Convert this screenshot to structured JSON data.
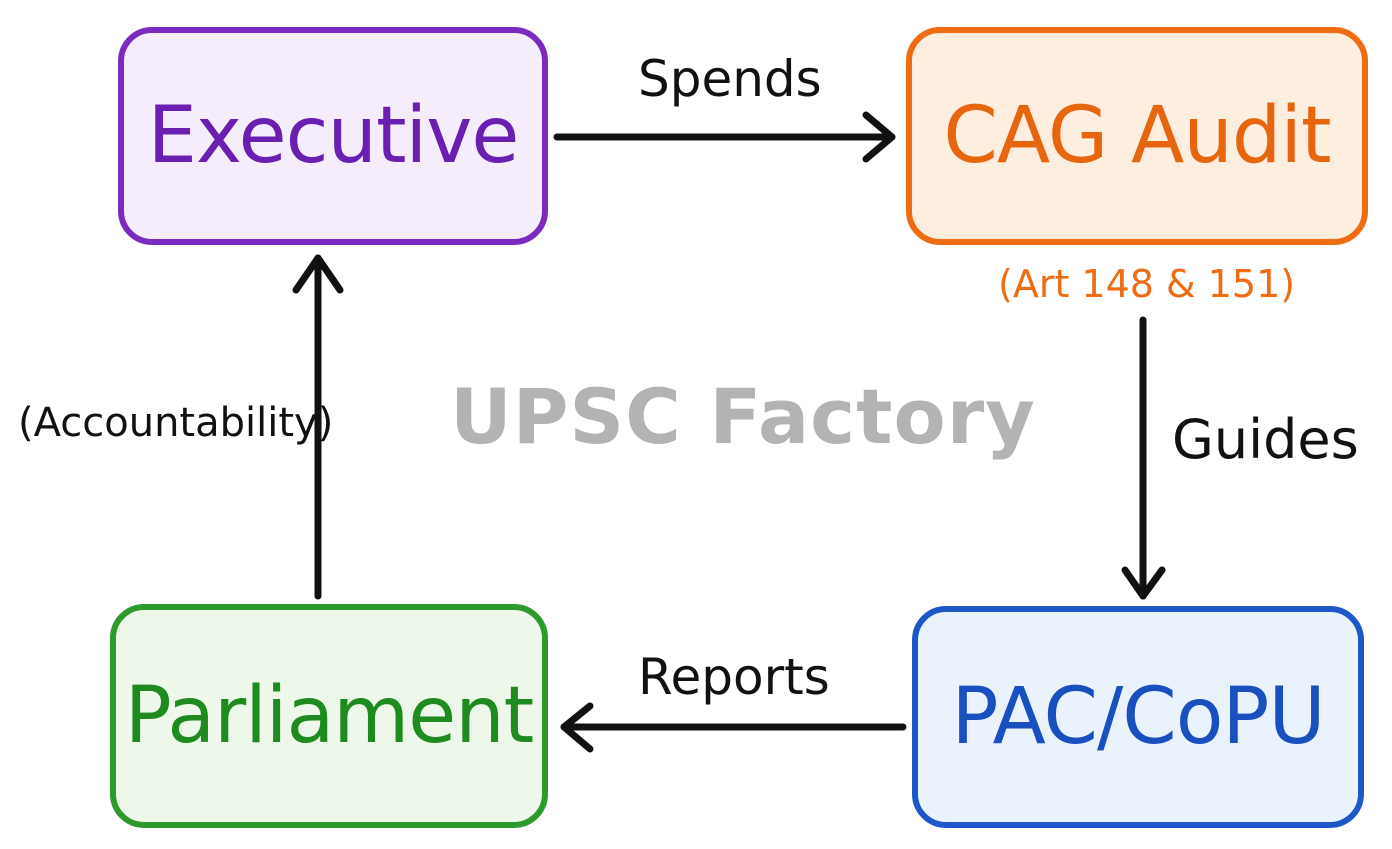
{
  "nodes": {
    "executive": {
      "label": "Executive",
      "border": "#7b2cbf",
      "fill": "#f5edfb",
      "text": "#6a1fb0"
    },
    "cag": {
      "label": "CAG Audit",
      "border": "#ef6c12",
      "fill": "#fdeee0",
      "text": "#e8650f"
    },
    "parliament": {
      "label": "Parliament",
      "border": "#2e9a2e",
      "fill": "#eef8ea",
      "text": "#1f8a1f"
    },
    "pac": {
      "label": "PAC/CoPU",
      "border": "#1e58c8",
      "fill": "#eaf2fd",
      "text": "#1a4fbf"
    }
  },
  "edges": {
    "spends": "Spends",
    "guides": "Guides",
    "reports": "Reports",
    "accountability": "(Accountability)"
  },
  "annotations": {
    "cag_articles": "(Art 148 & 151)",
    "cag_articles_color": "#ef6c12"
  },
  "watermark": "UPSC Factory",
  "colors": {
    "arrow": "#111111",
    "watermark": "#b3b3b3"
  }
}
